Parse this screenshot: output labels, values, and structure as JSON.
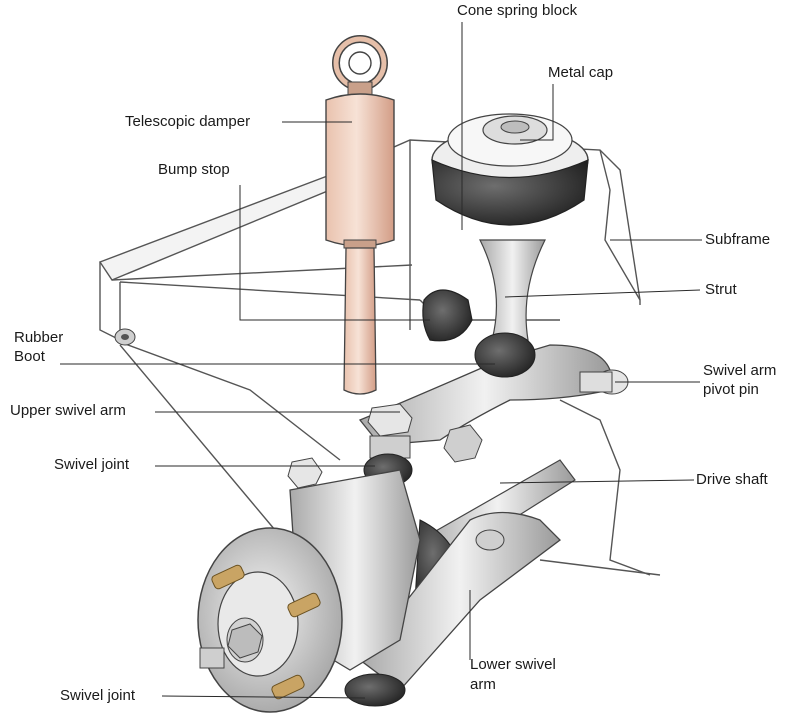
{
  "labels": {
    "cone_spring_block": "Cone spring block",
    "metal_cap": "Metal cap",
    "telescopic_damper": "Telescopic damper",
    "bump_stop": "Bump stop",
    "subframe": "Subframe",
    "strut": "Strut",
    "rubber_boot_line1": "Rubber",
    "rubber_boot_line2": "Boot",
    "swivel_arm_pivot_pin_line1": "Swivel arm",
    "swivel_arm_pivot_pin_line2": "pivot pin",
    "upper_swivel_arm": "Upper swivel arm",
    "swivel_joint_upper": "Swivel joint",
    "drive_shaft": "Drive shaft",
    "lower_swivel_arm_line1": "Lower swivel",
    "lower_swivel_arm_line2": "arm",
    "swivel_joint_lower": "Swivel joint"
  },
  "colors": {
    "damper_body": "#f2d4c4",
    "damper_shade": "#d9ab95",
    "metal": "#dcdcdc",
    "metal_dark": "#8a8a8a",
    "rubber": "#3a3a3a",
    "line": "#2a2a2a",
    "frame": "#bdbdbd"
  }
}
